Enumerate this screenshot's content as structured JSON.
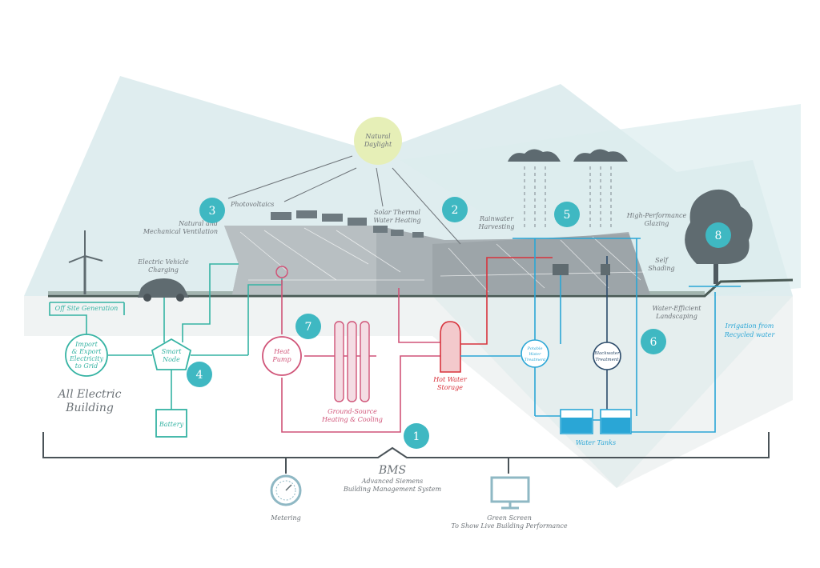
{
  "natural_daylight": [
    "Natural",
    "Daylight"
  ],
  "labels": {
    "photovoltaics": "Photovoltaics",
    "natural_ventilation": [
      "Natural and",
      "Mechanical Ventilation"
    ],
    "electric_vehicle": [
      "Electric Vehicle",
      "Charging"
    ],
    "solar_thermal": [
      "Solar Thermal",
      "Water Heating"
    ],
    "rainwater": [
      "Rainwater",
      "Harvesting"
    ],
    "glazing": [
      "High-Performance",
      "Glazing"
    ],
    "self_shading": [
      "Self",
      "Shading"
    ],
    "landscaping": [
      "Water-Efficient",
      "Landscaping"
    ],
    "irrigation": [
      "Irrigation from",
      "Recycled water"
    ],
    "off_site": "Off Site Generation",
    "import_export": [
      "Import",
      "& Export",
      "Electricity",
      "to Grid"
    ],
    "smart_node": [
      "Smart",
      "Node"
    ],
    "battery": "Battery",
    "all_electric": [
      "All Electric",
      "Building"
    ],
    "heat_pump": [
      "Heat",
      "Pump"
    ],
    "ground_source": [
      "Ground-Source",
      "Heating & Cooling"
    ],
    "hot_water": [
      "Hot Water",
      "Storage"
    ],
    "potable": [
      "Potable",
      "Water",
      "Treatment"
    ],
    "blackwater": [
      "Blackwater",
      "Treatment"
    ],
    "water_tanks": "Water Tanks",
    "bms_title": "BMS",
    "bms_sub": [
      "Advanced Siemens",
      "Building Management System"
    ],
    "metering": "Metering",
    "green_screen": [
      "Green Screen",
      "To Show Live Building Performance"
    ]
  },
  "markers": [
    "1",
    "2",
    "3",
    "4",
    "5",
    "6",
    "7",
    "8"
  ],
  "colors": {
    "teal": "#35b3a3",
    "pink": "#d05478",
    "red": "#d8333c",
    "blue": "#2aa6d6",
    "navy": "#2b4a6a",
    "marker": "#3fb8c2",
    "sky": "#cfe3e6",
    "building": "#9aa3a8"
  }
}
